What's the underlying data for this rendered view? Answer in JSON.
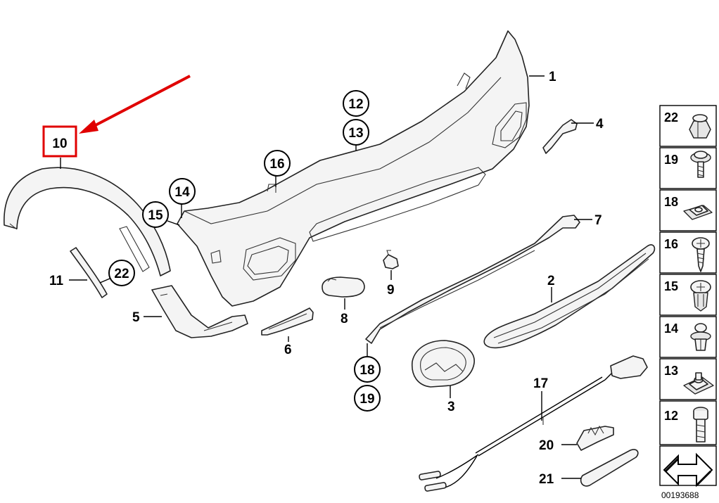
{
  "diagram_id": "00193688",
  "colors": {
    "highlight": "#e00000",
    "line": "#000000",
    "part_fill": "#f4f4f4"
  },
  "callouts": {
    "p1": "1",
    "p2": "2",
    "p3": "3",
    "p4": "4",
    "p5": "5",
    "p6": "6",
    "p7": "7",
    "p8": "8",
    "p9": "9",
    "p10": "10",
    "p11": "11",
    "p12": "12",
    "p13": "13",
    "p14": "14",
    "p15": "15",
    "p16": "16",
    "p17": "17",
    "p18": "18",
    "p19": "19",
    "p20": "20",
    "p21": "21",
    "p22": "22"
  },
  "panel": {
    "items": [
      {
        "label": "22",
        "icon": "hex-nut-icon"
      },
      {
        "label": "19",
        "icon": "screw-icon"
      },
      {
        "label": "18",
        "icon": "clip-nut-icon"
      },
      {
        "label": "16",
        "icon": "tapping-screw-icon"
      },
      {
        "label": "15",
        "icon": "expansion-rivet-icon"
      },
      {
        "label": "14",
        "icon": "push-rivet-icon"
      },
      {
        "label": "13",
        "icon": "cage-nut-icon"
      },
      {
        "label": "12",
        "icon": "bolt-icon"
      }
    ],
    "arrow_icon": "next-page-arrow-icon"
  }
}
